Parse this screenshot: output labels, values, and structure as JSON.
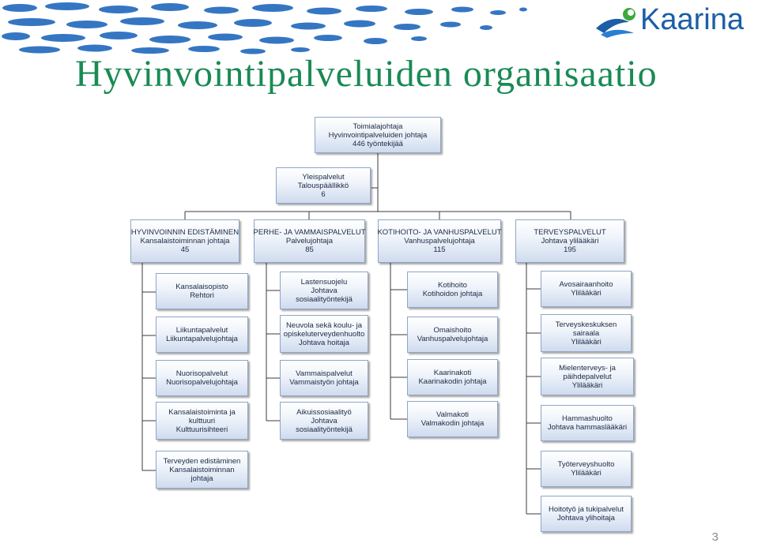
{
  "header": {
    "title": "Hyvinvointipalveluiden organisaatio",
    "logo_text": "Kaarina",
    "page_number": "3"
  },
  "colors": {
    "title": "#1a8a55",
    "logo": "#1c5ea7",
    "waves": "#2b6fc0",
    "box_border": "#8fa6c6"
  },
  "org": {
    "top": {
      "lines": [
        "Toimialajohtaja",
        "Hyvinvointipalveluiden johtaja",
        "446 työntekijää"
      ]
    },
    "staff": {
      "lines": [
        "Yleispalvelut",
        "Talouspäällikkö",
        "6"
      ]
    },
    "departments": [
      {
        "lines": [
          "HYVINVOINNIN EDISTÄMINEN",
          "Kansalaistoiminnan johtaja",
          "45"
        ],
        "units": [
          [
            "Kansalaisopisto",
            "Rehtori"
          ],
          [
            "Liikuntapalvelut",
            "Liikuntapalvelujohtaja"
          ],
          [
            "Nuorisopalvelut",
            "Nuorisopalvelujohtaja"
          ],
          [
            "Kansalaistoiminta ja",
            "kulttuuri",
            "Kulttuurisihteeri"
          ],
          [
            "Terveyden edistäminen",
            "Kansalaistoiminnan",
            "johtaja"
          ]
        ]
      },
      {
        "lines": [
          "PERHE- JA VAMMAISPALVELUT",
          "Palvelujohtaja",
          "85"
        ],
        "units": [
          [
            "Lastensuojelu",
            "Johtava",
            "sosiaalityöntekijä"
          ],
          [
            "Neuvola sekä koulu- ja",
            "opiskeluterveydenhuolto",
            "Johtava hoitaja"
          ],
          [
            "Vammaispalvelut",
            "Vammaistyön johtaja"
          ],
          [
            "Aikuissosiaalityö",
            "Johtava",
            "sosiaalityöntekijä"
          ]
        ]
      },
      {
        "lines": [
          "KOTIHOITO- JA VANHUSPALVELUT",
          "Vanhuspalvelujohtaja",
          "115"
        ],
        "units": [
          [
            "Kotihoito",
            "Kotihoidon johtaja"
          ],
          [
            "Omaishoito",
            "Vanhuspalvelujohtaja"
          ],
          [
            "Kaarinakoti",
            "Kaarinakodin johtaja"
          ],
          [
            "Valmakoti",
            "Valmakodin johtaja"
          ]
        ]
      },
      {
        "lines": [
          "TERVEYSPALVELUT",
          "Johtava ylilääkäri",
          "195"
        ],
        "units": [
          [
            "Avosairaanhoito",
            "Ylilääkäri"
          ],
          [
            "Terveyskeskuksen",
            "sairaala",
            "Ylilääkäri"
          ],
          [
            "Mielenterveys- ja",
            "päihdepalvelut",
            "Ylilääkäri"
          ],
          [
            "Hammashuolto",
            "Johtava hammaslääkäri"
          ],
          [
            "Työterveyshuolto",
            "Ylilääkäri"
          ],
          [
            "Hoitotyö ja tukipalvelut",
            "Johtava ylihoitaja"
          ]
        ]
      }
    ]
  }
}
